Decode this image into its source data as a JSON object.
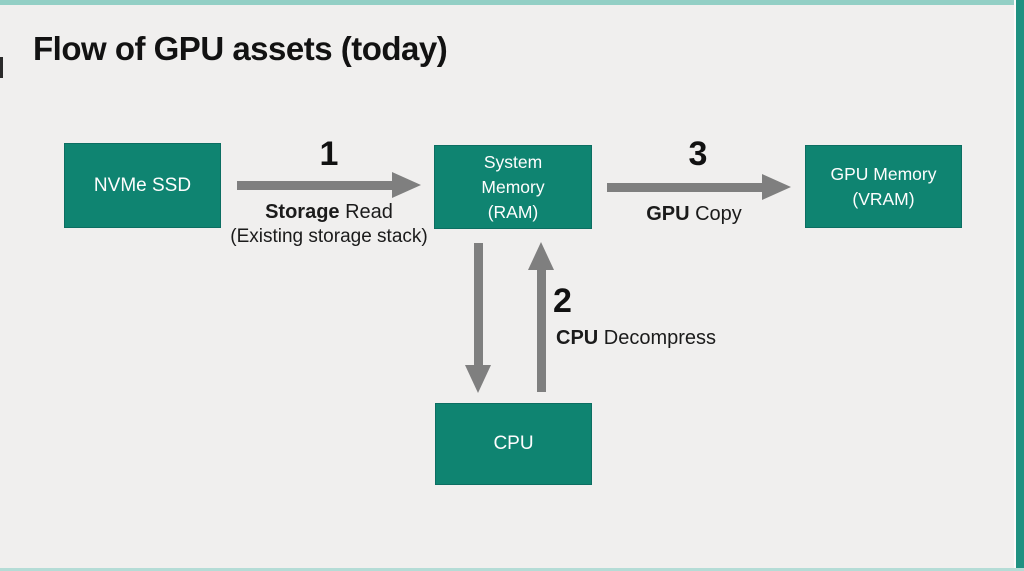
{
  "title": "Flow of GPU assets (today)",
  "colors": {
    "background": "#f0efee",
    "box": "#0f8471",
    "box_border": "#0c6e62",
    "arrow": "#7f7f7f",
    "top_strip": "#93cfc5",
    "bottom_strip": "#b5dcd6",
    "right_strip": "#1f9181"
  },
  "nodes": {
    "nvme": {
      "label": "NVMe SSD"
    },
    "ram": {
      "line1": "System",
      "line2": "Memory",
      "line3": "(RAM)"
    },
    "vram": {
      "line1": "GPU Memory",
      "line2": "(VRAM)"
    },
    "cpu": {
      "label": "CPU"
    }
  },
  "steps": {
    "step1": {
      "number": "1",
      "label_bold": "Storage",
      "label_rest": " Read",
      "sublabel": "(Existing storage stack)"
    },
    "step2": {
      "number": "2",
      "label_bold": "CPU",
      "label_rest": " Decompress"
    },
    "step3": {
      "number": "3",
      "label_bold": "GPU",
      "label_rest": " Copy"
    }
  }
}
